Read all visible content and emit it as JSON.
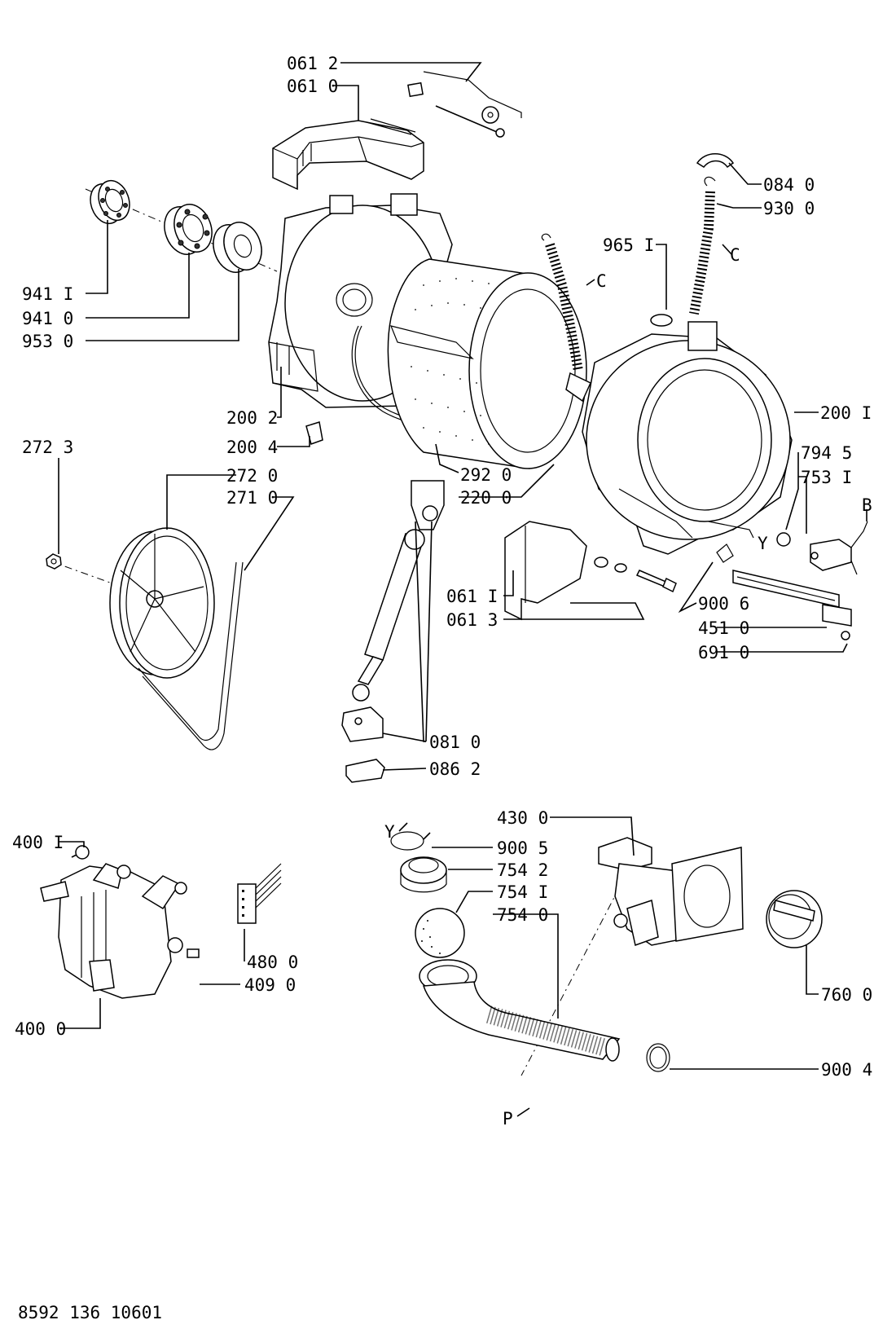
{
  "labels": {
    "p061_2": "061 2",
    "p061_0": "061 0",
    "p084_0": "084 0",
    "p930_0": "930 0",
    "p965_1": "965 I",
    "c_top": "C",
    "c_mid": "C",
    "p941_1": "941 I",
    "p941_0": "941 0",
    "p953_0": "953 0",
    "p200_2": "200 2",
    "p200_4": "200 4",
    "p200_1": "200 I",
    "p272_3": "272 3",
    "p272_0": "272 0",
    "p271_0": "271 0",
    "p292_0": "292 0",
    "p220_0": "220 0",
    "p794_5": "794 5",
    "p753_1": "753 I",
    "b": "B",
    "y_upper": "Y",
    "p061_1": "061 I",
    "p061_3": "061 3",
    "p900_6": "900 6",
    "p451_0": "451 0",
    "p691_0": "691 0",
    "p081_0": "081 0",
    "p086_2": "086 2",
    "p430_0": "430 0",
    "y_lower": "Y",
    "p900_5": "900 5",
    "p754_2": "754 2",
    "p754_1": "754 I",
    "p754_0": "754 0",
    "p400_1": "400 I",
    "p480_0": "480 0",
    "p409_0": "409 0",
    "p400_0": "400 0",
    "p760_0": "760 0",
    "p900_4": "900 4",
    "p": "P"
  },
  "footer": {
    "drawing_number": "8592 136 10601"
  }
}
